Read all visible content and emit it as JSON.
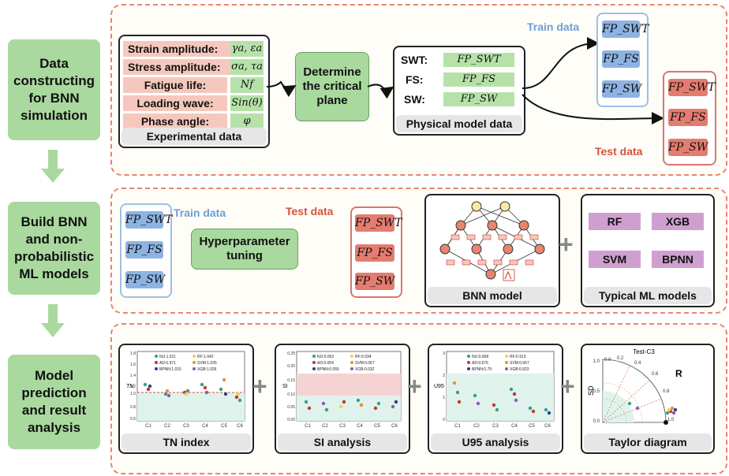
{
  "stages": [
    {
      "label": "Data\nconstructing\nfor BNN\nsimulation"
    },
    {
      "label": "Build BNN\nand non-\nprobabilistic\nML models"
    },
    {
      "label": "Model\nprediction\nand result\nanalysis"
    }
  ],
  "experimental": {
    "caption": "Experimental data",
    "rows": [
      {
        "label": "Strain amplitude:",
        "symbol": "γa, εa"
      },
      {
        "label": "Stress amplitude:",
        "symbol": "σa, τa"
      },
      {
        "label": "Fatigue life:",
        "symbol": "Nf"
      },
      {
        "label": "Loading wave:",
        "symbol": "Sin(θ)"
      },
      {
        "label": "Phase angle:",
        "symbol": "φ"
      }
    ]
  },
  "critical_plane": "Determine the critical plane",
  "physical": {
    "caption": "Physical model data",
    "rows": [
      {
        "label": "SWT:",
        "symbol": "FP_SWT"
      },
      {
        "label": "FS:",
        "symbol": "FP_FS"
      },
      {
        "label": "SW:",
        "symbol": "FP_SW"
      }
    ]
  },
  "train_data_label": "Train data",
  "test_data_label": "Test data",
  "fp_items": [
    "FP_SWT",
    "FP_FS",
    "FP_SW"
  ],
  "hyperparameter": "Hyperparameter tuning",
  "bnn_caption": "BNN model",
  "typical_ml": {
    "caption": "Typical ML models",
    "models": [
      "RF",
      "XGB",
      "SVM",
      "BPNN"
    ]
  },
  "analyses": [
    {
      "caption": "TN index",
      "legend": [
        "NU:1.011",
        "RF:1.042",
        "AD:0.971",
        "SVM:1.035",
        "BPNN:1.015",
        "XGB:1.026"
      ],
      "ylabel": "TN",
      "yticks": [
        "1.8",
        "1.6",
        "1.4",
        "1.2",
        "1.0",
        "0.8",
        "0.6"
      ]
    },
    {
      "caption": "SI analysis",
      "legend": [
        "NU:0.052",
        "RF:0.034",
        "AD:0.054",
        "SVM:0.067",
        "BPNN:0.055",
        "XGB:0.032"
      ],
      "ylabel": "SI",
      "yticks": [
        "0.25",
        "0.20",
        "0.15",
        "0.10",
        "0.05",
        "0.00"
      ]
    },
    {
      "caption": "U95 analysis",
      "legend": [
        "NU:0.668",
        "RF:0.913",
        "AD:0.676",
        "SVM:0.667",
        "BPNN:0.79",
        "XGB:0.923"
      ],
      "ylabel": "U95",
      "yticks": [
        "3",
        "2",
        "1",
        "0"
      ]
    },
    {
      "caption": "Taylor diagram",
      "title": "Test-C3",
      "ylabel": "SD",
      "rlabel": "R",
      "yticks": [
        "1.0",
        "0.5",
        "0.0"
      ],
      "rticks": [
        "0.0",
        "0.2",
        "0.4",
        "0.6",
        "0.8",
        "1.0"
      ]
    }
  ],
  "xcats": [
    "C1",
    "C2",
    "C3",
    "C4",
    "C5",
    "C6"
  ],
  "colors": {
    "stage": "#a9d99e",
    "panel_border": "#e8856f",
    "fp_blue": "#8db3e2",
    "fp_red": "#e47c6f",
    "ml_purple": "#cfa0cf",
    "label_pink": "#f6c8bd"
  }
}
